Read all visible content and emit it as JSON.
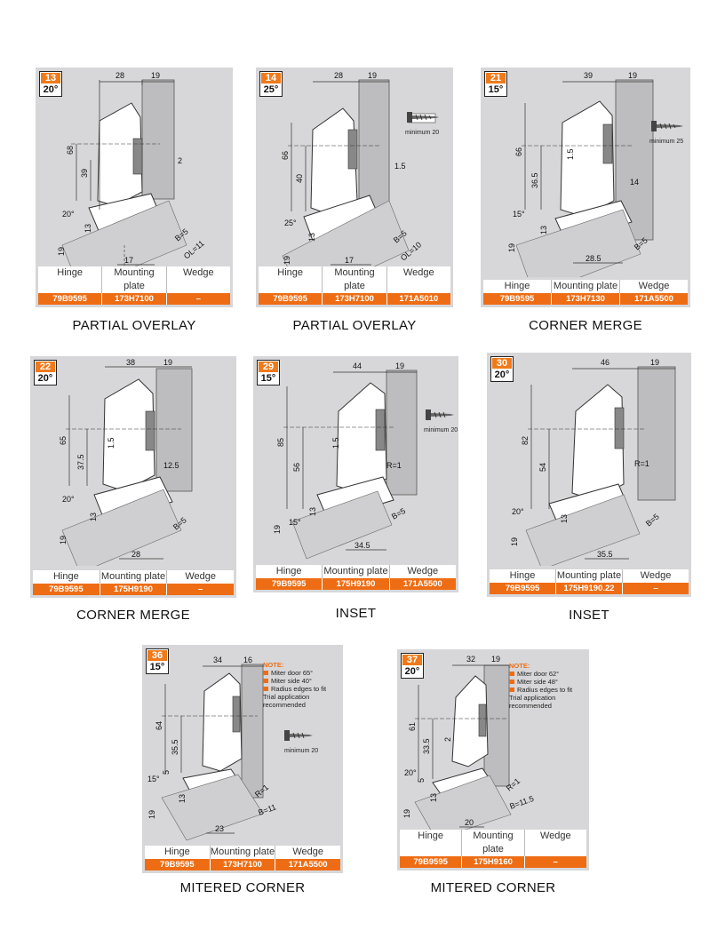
{
  "table_headers": {
    "hinge": "Hinge",
    "mounting_plate": "Mounting plate",
    "wedge": "Wedge"
  },
  "cards": [
    {
      "num": "13",
      "angle": "20°",
      "hinge": "79B9595",
      "plate": "173H7100",
      "wedge": "–",
      "caption": "PARTIAL OVERLAY",
      "dims": {
        "top_a": "28",
        "top_b": "19",
        "v1": "68",
        "v2": "39",
        "s1": "2",
        "a": "20°",
        "d13": "13",
        "d19": "19",
        "b": "B=5",
        "ol": "OL=11",
        "bot": "17"
      }
    },
    {
      "num": "14",
      "angle": "25°",
      "hinge": "79B9595",
      "plate": "173H7100",
      "wedge": "171A5010",
      "caption": "PARTIAL OVERLAY",
      "dims": {
        "top_a": "28",
        "top_b": "19",
        "v1": "66",
        "v2": "40",
        "s1": "1.5",
        "a": "25°",
        "d13": "13",
        "d19": "19",
        "b": "B=5",
        "ol": "OL=10",
        "bot": "17"
      },
      "screw": "minimum 20"
    },
    {
      "num": "21",
      "angle": "15°",
      "hinge": "79B9595",
      "plate": "173H7130",
      "wedge": "171A5500",
      "caption": "CORNER MERGE",
      "dims": {
        "top_a": "39",
        "top_b": "19",
        "v1": "66",
        "v2": "36.5",
        "s1": "1.5",
        "a": "15°",
        "d13": "13",
        "d19": "19",
        "b": "B=5",
        "r": "14",
        "bot": "28.5"
      },
      "screw": "minimum 25"
    },
    {
      "num": "22",
      "angle": "20°",
      "hinge": "79B9595",
      "plate": "175H9190",
      "wedge": "–",
      "caption": "CORNER MERGE",
      "dims": {
        "top_a": "38",
        "top_b": "19",
        "v1": "65",
        "v2": "37.5",
        "s1": "1.5",
        "a": "20°",
        "d13": "13",
        "d19": "19",
        "b": "B=5",
        "r": "12.5",
        "bot": "28"
      }
    },
    {
      "num": "29",
      "angle": "15°",
      "hinge": "79B9595",
      "plate": "175H9190",
      "wedge": "171A5500",
      "caption": "INSET",
      "dims": {
        "top_a": "44",
        "top_b": "19",
        "v1": "85",
        "v2": "56",
        "s1": "1.5",
        "a": "15°",
        "d13": "13",
        "d19": "19",
        "b": "B=5",
        "r": "R=1",
        "bot": "34.5"
      },
      "screw": "minimum 20"
    },
    {
      "num": "30",
      "angle": "20°",
      "hinge": "79B9595",
      "plate": "175H9190.22",
      "wedge": "–",
      "caption": "INSET",
      "dims": {
        "top_a": "46",
        "top_b": "19",
        "v1": "82",
        "v2": "54",
        "a": "20°",
        "d13": "13",
        "d19": "19",
        "b": "B=5",
        "r": "R=1",
        "bot": "35.5"
      }
    },
    {
      "num": "36",
      "angle": "15°",
      "hinge": "79B9595",
      "plate": "173H7100",
      "wedge": "171A5500",
      "caption": "MITERED CORNER",
      "dims": {
        "top_a": "34",
        "top_b": "16",
        "v1": "64",
        "v2": "35.5",
        "a": "15°",
        "d5": "5",
        "d13": "13",
        "d19": "19",
        "b": "B=11",
        "r": "R=1",
        "bot": "23"
      },
      "screw": "minimum 20",
      "note": {
        "title": "NOTE:",
        "l1": "Miter door 65°",
        "l2": "Miter side 40°",
        "l3": "Radius edges to fit",
        "l4": "Trial application recommended"
      }
    },
    {
      "num": "37",
      "angle": "20°",
      "hinge": "79B9595",
      "plate": "175H9160",
      "wedge": "–",
      "caption": "MITERED CORNER",
      "dims": {
        "top_a": "32",
        "top_b": "19",
        "v1": "61",
        "v2": "33.5",
        "s1": "2",
        "a": "20°",
        "d5": "5",
        "d13": "13",
        "d19": "19",
        "b": "B=11.5",
        "r": "R=1",
        "bot": "20"
      },
      "note": {
        "title": "NOTE:",
        "l1": "Miter door 62°",
        "l2": "Miter side 48°",
        "l3": "Radius edges to fit",
        "l4": "Trial application recommended"
      }
    }
  ]
}
